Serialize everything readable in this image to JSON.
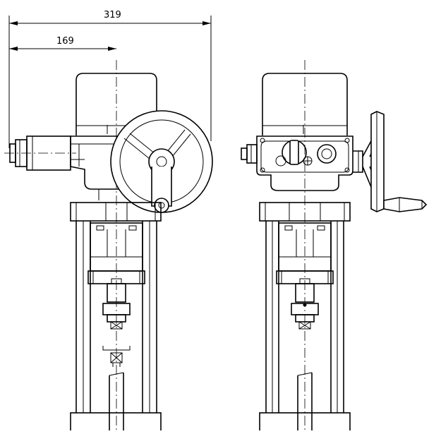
{
  "dimensions": {
    "overall_width": "319",
    "center_offset": "169"
  },
  "views": [
    "front-view",
    "side-view"
  ],
  "colors": {
    "line": "#000000",
    "background": "#ffffff"
  }
}
